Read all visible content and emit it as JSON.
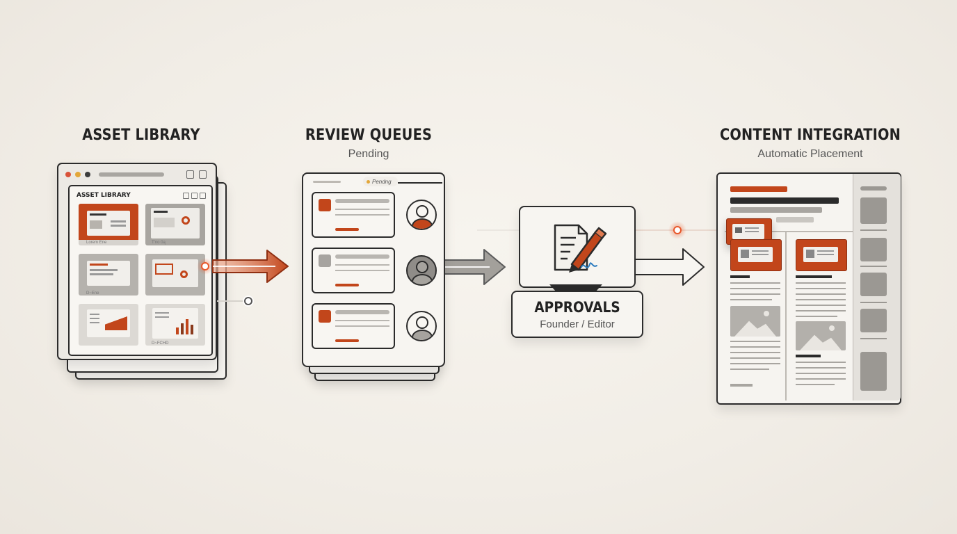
{
  "stages": {
    "asset_library": {
      "title": "ASSET LIBRARY",
      "window_title": "ASSET LIBRARY",
      "thumb_captions": [
        "Lorem Ene",
        "T'no 0ą",
        "D~Ene",
        "",
        "",
        "D~FCHD"
      ]
    },
    "review_queues": {
      "title": "REVIEW QUEUES",
      "subtitle": "Pending",
      "tag": "Pendng"
    },
    "approvals": {
      "title": "APPROVALS",
      "subtitle": "Founder / Editor"
    },
    "content_integration": {
      "title": "CONTENT INTEGRATION",
      "subtitle": "Automatic Placement"
    }
  },
  "colors": {
    "accent": "#c2461b",
    "ink": "#2b2b2b",
    "gray": "#8a8a8a",
    "light_gray": "#c9c6c1",
    "panel": "#f6f4f0"
  },
  "icons": {
    "approval": "document-pen-icon",
    "reviewer": "user-circle-icon",
    "media": "image-placeholder-icon"
  }
}
